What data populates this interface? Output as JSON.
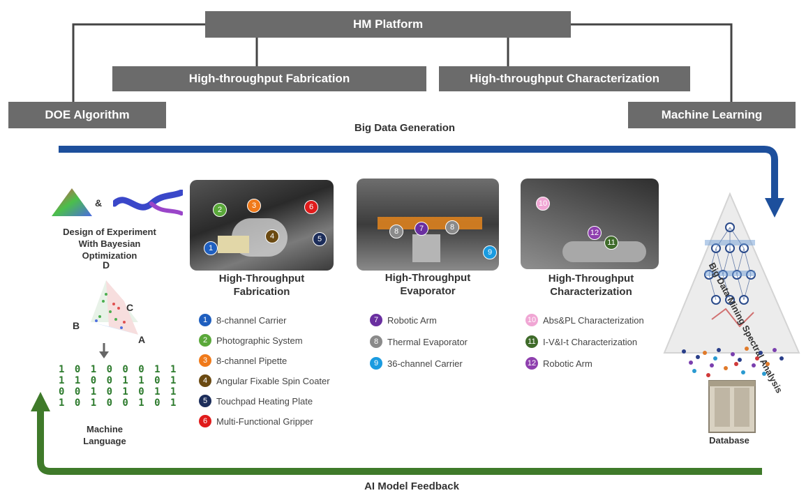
{
  "header": {
    "platform": "HM Platform",
    "fabrication": "High-throughput Fabrication",
    "characterization": "High-throughput Characterization",
    "doe": "DOE Algorithm",
    "ml": "Machine Learning"
  },
  "flows": {
    "big_data": "Big Data Generation",
    "feedback": "AI Model Feedback"
  },
  "left": {
    "amp": "&",
    "doe_line1": "Design of Experiment",
    "doe_line2": "With Bayesian",
    "doe_line3": "Optimization",
    "tri_d": "D",
    "tri_c": "C",
    "tri_b": "B",
    "tri_a": "A",
    "bits": [
      "1 0 1 0 0 0 1 1",
      "1 1 0 0 1 1 0 1",
      "0 0 1 0 1 0 1 1",
      "1 0 1 0 0 1 0 1"
    ],
    "ml_line1": "Machine",
    "ml_line2": "Language"
  },
  "panels": [
    {
      "title1": "High-Throughput",
      "title2": "Fabrication"
    },
    {
      "title1": "High-Throughput",
      "title2": "Evaporator"
    },
    {
      "title1": "High-Throughput",
      "title2": "Characterization"
    }
  ],
  "legend": {
    "fab": [
      {
        "n": "1",
        "label": "8-channel Carrier",
        "color": "#1f5fbf"
      },
      {
        "n": "2",
        "label": "Photographic System",
        "color": "#5aa83a"
      },
      {
        "n": "3",
        "label": "8-channel Pipette",
        "color": "#f07a1a"
      },
      {
        "n": "4",
        "label": "Angular Fixable Spin Coater",
        "color": "#6b4a12"
      },
      {
        "n": "5",
        "label": "Touchpad Heating Plate",
        "color": "#1c2d5a"
      },
      {
        "n": "6",
        "label": "Multi-Functional Gripper",
        "color": "#e01b1b"
      }
    ],
    "evap": [
      {
        "n": "7",
        "label": "Robotic Arm",
        "color": "#6a2fa0"
      },
      {
        "n": "8",
        "label": "Thermal Evaporator",
        "color": "#8a8a8a"
      },
      {
        "n": "9",
        "label": "36-channel Carrier",
        "color": "#1a9be0"
      }
    ],
    "char": [
      {
        "n": "10",
        "label": "Abs&PL Characterization",
        "color": "#f0a6d4"
      },
      {
        "n": "11",
        "label": "I-V&I-t Characterization",
        "color": "#3f6b2a"
      },
      {
        "n": "12",
        "label": "Robotic Arm",
        "color": "#8e3fae"
      }
    ]
  },
  "right": {
    "mining": "Big Data Mining Spectral Analysis",
    "database": "Database"
  },
  "colors": {
    "header": "#6b6b6b",
    "blue_arrow": "#1d4f9c",
    "green_arrow": "#3f7a2a"
  }
}
